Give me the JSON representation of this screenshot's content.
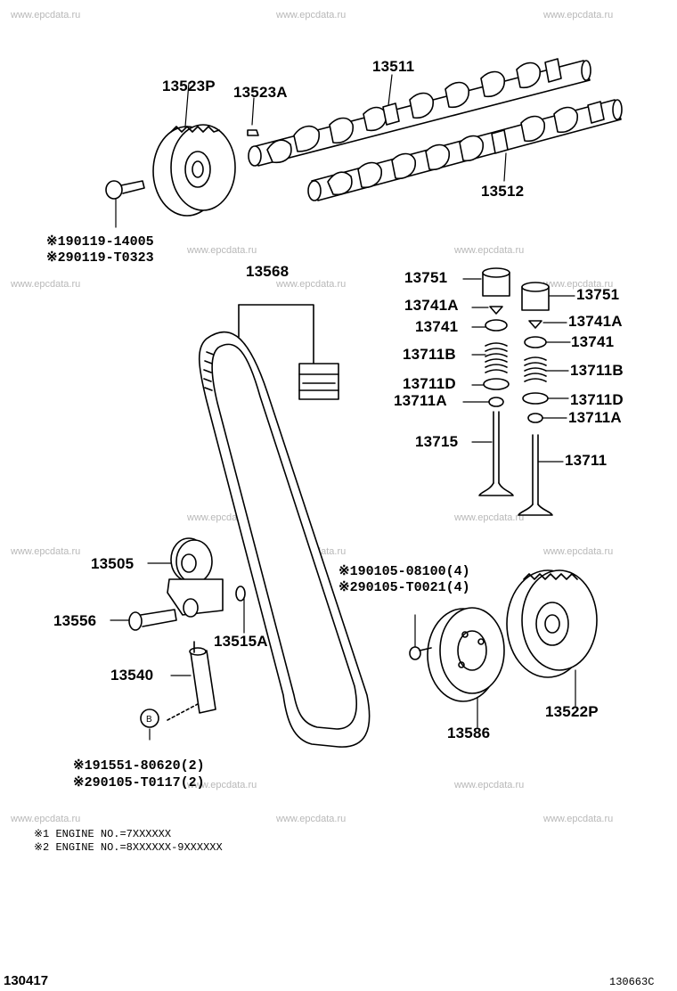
{
  "watermark": "www.epcdata.ru",
  "parts": {
    "p13523P": "13523P",
    "p13523A": "13523A",
    "p13511": "13511",
    "p13512": "13512",
    "p13568": "13568",
    "p13751_left": "13751",
    "p13751_right": "13751",
    "p13741A_left": "13741A",
    "p13741A_right": "13741A",
    "p13741_left": "13741",
    "p13741_right": "13741",
    "p13711B_left": "13711B",
    "p13711B_right": "13711B",
    "p13711D_left": "13711D",
    "p13711D_right": "13711D",
    "p13711A_left": "13711A",
    "p13711A_right": "13711A",
    "p13715": "13715",
    "p13711": "13711",
    "p13505": "13505",
    "p13556": "13556",
    "p13515A": "13515A",
    "p13540": "13540",
    "p13586": "13586",
    "p13522P": "13522P"
  },
  "notes": {
    "bolt_cam_1": "※190119-14005",
    "bolt_cam_2": "※290119-T0323",
    "bolt_pulley_1": "※190105-08100(4)",
    "bolt_pulley_2": "※290105-T0021(4)",
    "bolt_tens_1": "※191551-80620(2)",
    "bolt_tens_2": "※290105-T0117(2)"
  },
  "footnotes": {
    "line1": "※1 ENGINE NO.=7XXXXXX",
    "line2": "※2 ENGINE NO.=8XXXXXX-9XXXXXX"
  },
  "codes": {
    "left": "130417",
    "right": "130663C"
  }
}
